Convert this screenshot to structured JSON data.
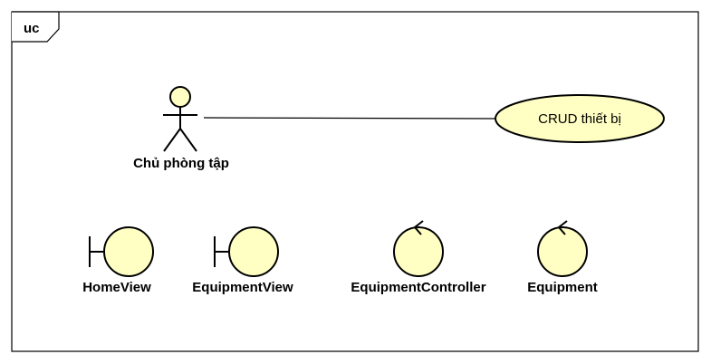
{
  "frame": {
    "tag": "uc"
  },
  "actor": {
    "name": "Chủ phòng tập"
  },
  "use_case": {
    "name": "CRUD thiết bị"
  },
  "classes": [
    {
      "name": "HomeView",
      "stereotype": "boundary"
    },
    {
      "name": "EquipmentView",
      "stereotype": "boundary"
    },
    {
      "name": "EquipmentController",
      "stereotype": "control"
    },
    {
      "name": "Equipment",
      "stereotype": "control"
    }
  ],
  "colors": {
    "element_fill": "#ffffc4",
    "stroke": "#000000",
    "background": "#ffffff"
  }
}
